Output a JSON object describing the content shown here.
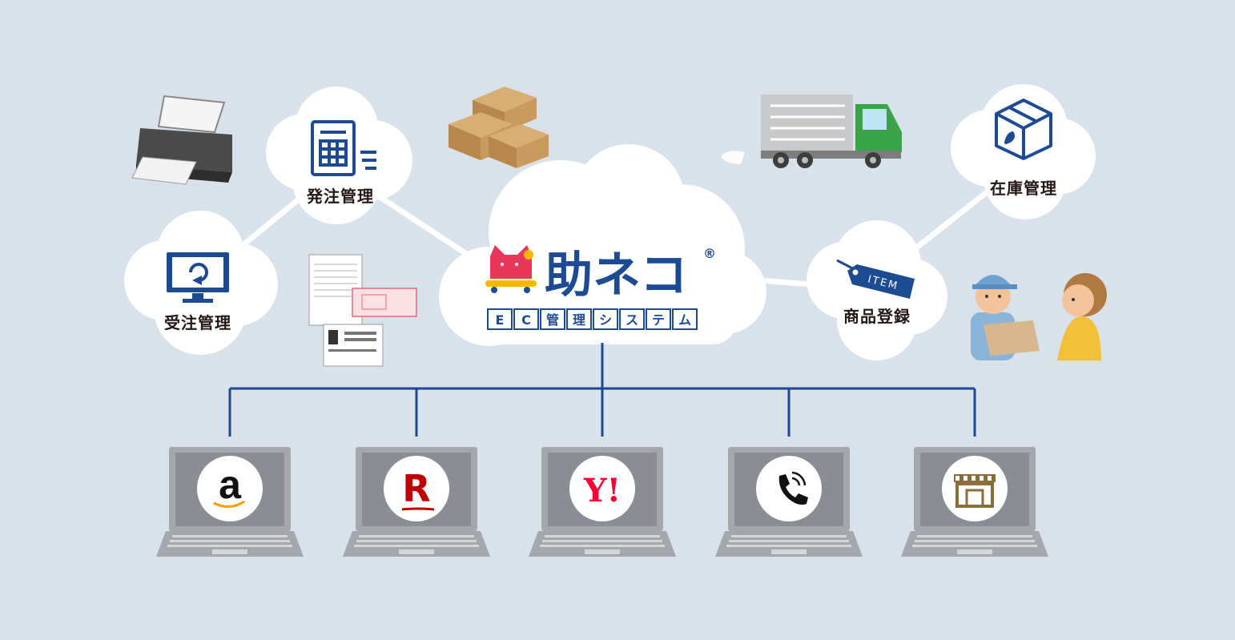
{
  "brand": {
    "name": "助ネコ",
    "registered_mark": "®",
    "subtitle_chars": [
      "E",
      "C",
      "管",
      "理",
      "シ",
      "ス",
      "テ",
      "ム"
    ]
  },
  "nodes": {
    "order_receiving": "受注管理",
    "ordering": "発注管理",
    "inventory": "在庫管理",
    "product_registration": "商品登録"
  },
  "tag_text": "ITEM",
  "channels": [
    {
      "name": "amazon",
      "logo_text": "a",
      "color": "#111111"
    },
    {
      "name": "rakuten",
      "logo_text": "R",
      "color": "#bf0000"
    },
    {
      "name": "yahoo",
      "logo_text": "Y!",
      "color": "#ff0033"
    },
    {
      "name": "phone",
      "icon": "phone-icon",
      "color": "#111111"
    },
    {
      "name": "store",
      "icon": "store-icon",
      "color": "#8a6d3b"
    }
  ],
  "colors": {
    "background": "#d9e2ea",
    "brand_blue": "#1c4a93",
    "cat_pink": "#e8385a",
    "truck_green": "#3aa34a",
    "box_brown": "#c79a5e"
  }
}
